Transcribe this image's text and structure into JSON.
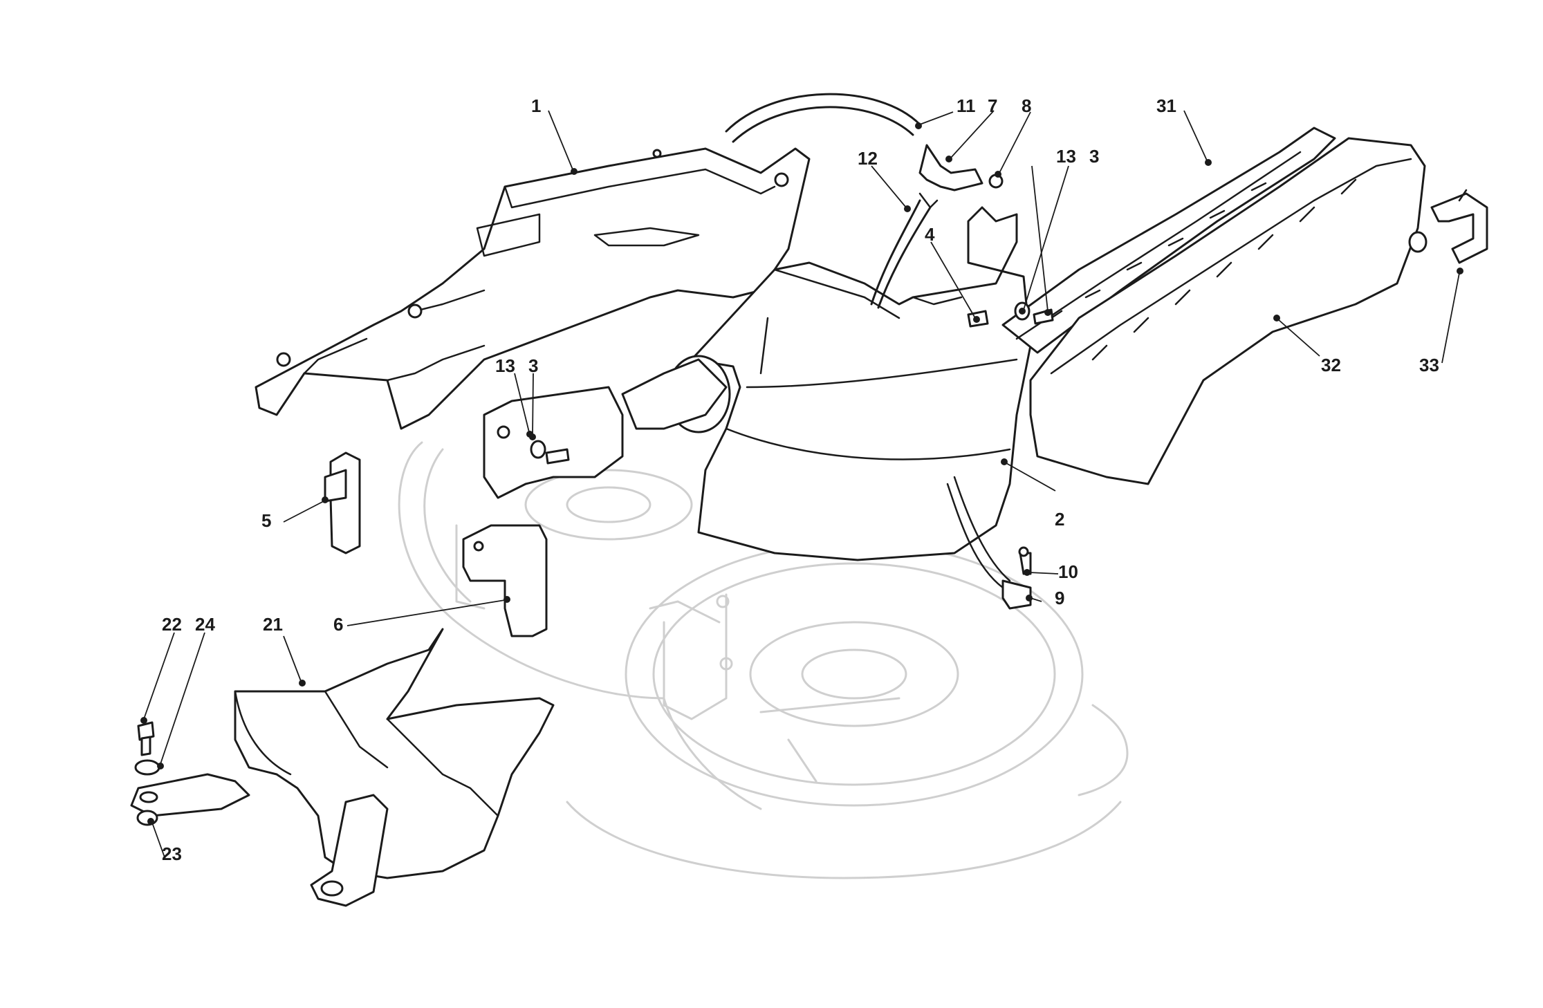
{
  "diagram": {
    "background": "#ffffff",
    "ink": "#1b1b1b",
    "ghost": "#cfcfcf"
  },
  "callouts": {
    "c1": "1",
    "c2": "2",
    "c3a": "3",
    "c3b": "3",
    "c4": "4",
    "c5": "5",
    "c6": "6",
    "c7": "7",
    "c8": "8",
    "c9": "9",
    "c10": "10",
    "c11": "11",
    "c12": "12",
    "c13a": "13",
    "c13b": "13",
    "c21": "21",
    "c22": "22",
    "c23": "23",
    "c24": "24",
    "c31": "31",
    "c32": "32",
    "c33": "33"
  }
}
